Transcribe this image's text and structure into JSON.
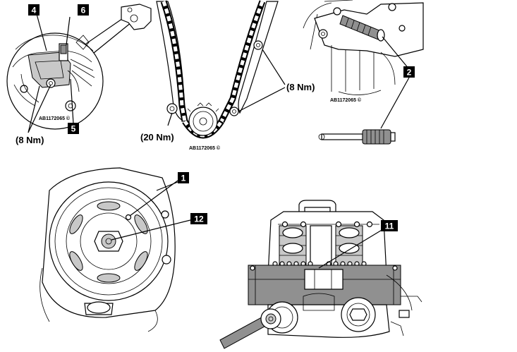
{
  "callouts": [
    {
      "id": "c4",
      "label": "4"
    },
    {
      "id": "c6",
      "label": "6"
    },
    {
      "id": "c5",
      "label": "5"
    },
    {
      "id": "c2",
      "label": "2"
    },
    {
      "id": "c1",
      "label": "1"
    },
    {
      "id": "c12",
      "label": "12"
    },
    {
      "id": "c11",
      "label": "11"
    }
  ],
  "torque_labels": {
    "left": "(8 Nm)",
    "center": "(20 Nm)",
    "right": "(8 Nm)"
  },
  "image_codes": {
    "panel1": "AB1172065 ©",
    "panel2": "AB1172065 ©",
    "panel3": "AB1172065 ©"
  }
}
